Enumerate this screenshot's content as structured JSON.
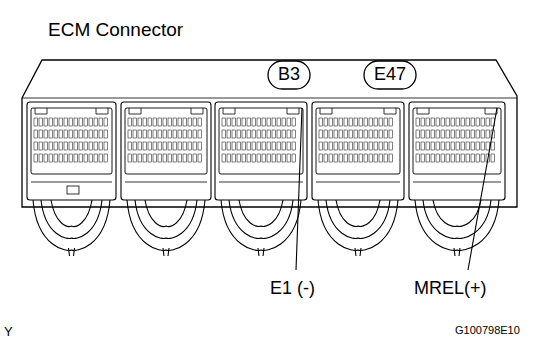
{
  "diagram": {
    "title": "ECM Connector",
    "nodes": [
      {
        "text": [
          "B3"
        ]
      },
      {
        "text": [
          "E47"
        ]
      }
    ],
    "labels": [
      "E1 (-)",
      "MREL(+)",
      "Y",
      "G100798E10"
    ]
  }
}
